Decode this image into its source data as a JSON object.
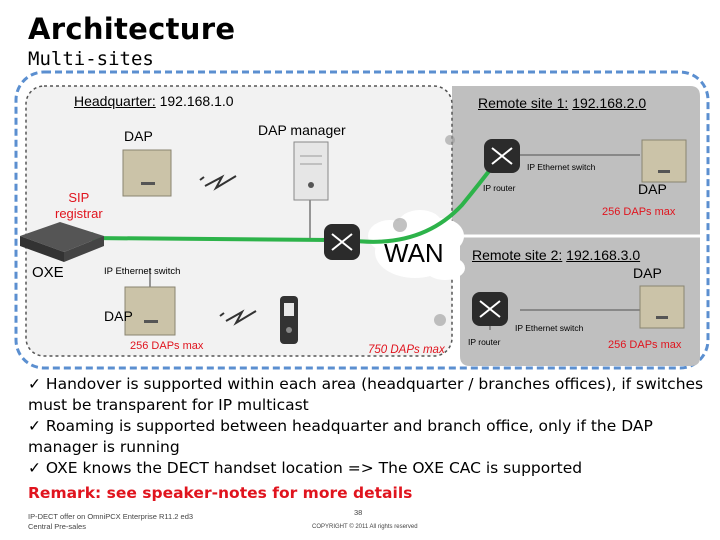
{
  "title": "Architecture",
  "subtitle": "Multi-sites",
  "diagram": {
    "headquarter": {
      "label": "Headquarter:",
      "ip": "192.168.1.0"
    },
    "remote1": {
      "label": "Remote site 1:",
      "ip": "192.168.2.0"
    },
    "remote2": {
      "label": "Remote site 2:",
      "ip": "192.168.3.0"
    },
    "dap_top": "DAP",
    "dap_manager": "DAP manager",
    "sip_registrar": "SIP\nregistrar",
    "oxe": "OXE",
    "hq_switch": "IP Ethernet switch",
    "dap_bottom": "DAP",
    "hq_max": "256 DAPs max",
    "wan": "WAN",
    "wan_max": "750 DAPs max",
    "r1_switch": "IP Ethernet switch",
    "r1_router": "IP router",
    "r1_dap": "DAP",
    "r1_max": "256 DAPs max",
    "r2_dap": "DAP",
    "r2_router": "IP router",
    "r2_switch": "IP Ethernet switch",
    "r2_max": "256 DAPs max",
    "colors": {
      "accent_red": "#e0141e",
      "link_green": "#2db34a",
      "remote_bg": "#bfbfbf",
      "hq_bg": "#f2f2f2",
      "border": "#5b8fd0"
    }
  },
  "bullets": [
    "✓  Handover is supported within each area (headquarter / branches offices), if switches must be transparent for IP multicast",
    "✓  Roaming is supported between headquarter and branch office, only if the DAP manager is running",
    "✓  OXE knows the DECT handset location => The OXE CAC is supported"
  ],
  "remark": "Remark: see speaker-notes for more details",
  "footer": {
    "line1": "IP-DECT offer on OmniPCX Enterprise R11.2 ed3",
    "line2": "Central Pre-sales",
    "page": "38",
    "copyright": "COPYRIGHT © 2011 All rights reserved"
  }
}
